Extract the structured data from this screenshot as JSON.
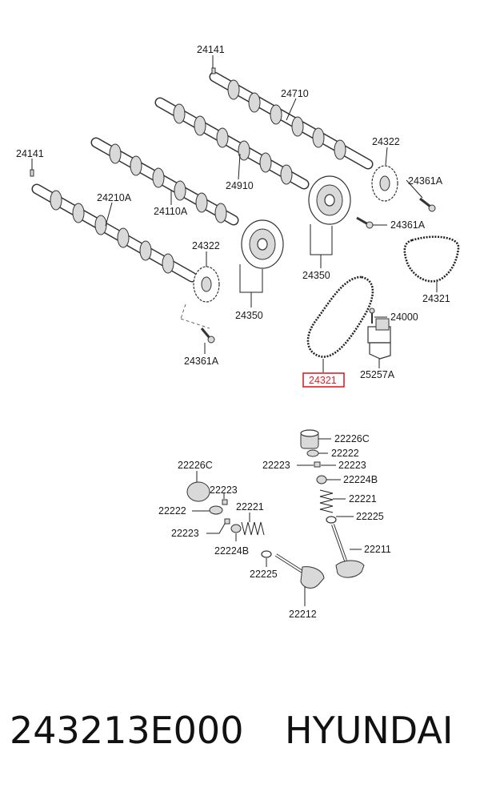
{
  "labels": {
    "l24141_top": "24141",
    "l24710": "24710",
    "l24141_left": "24141",
    "l24322_right": "24322",
    "l24361A_right": "24361A",
    "l24910": "24910",
    "l24210A": "24210A",
    "l24110A": "24110A",
    "l24361A_mid": "24361A",
    "l24322_left": "24322",
    "l24321_right": "24321",
    "l24350_right": "24350",
    "l24350_left": "24350",
    "l24000": "24000",
    "l24361A_bottom": "24361A",
    "l24321_highlight": "24321",
    "l25257A": "25257A",
    "l22226C_right": "22226C",
    "l22222_right": "22222",
    "l22223_r1": "22223",
    "l22223_r2": "22223",
    "l22224B_right": "22224B",
    "l22221_right": "22221",
    "l22225_right": "22225",
    "l22211": "22211",
    "l22226C_left": "22226C",
    "l22223_left1": "22223",
    "l22222_left": "22222",
    "l22221_left": "22221",
    "l22223_left2": "22223",
    "l22224B_left": "22224B",
    "l22225_left": "22225",
    "l22212": "22212"
  },
  "footer": {
    "part_number": "243213E000",
    "brand": "HYUNDAI"
  },
  "colors": {
    "highlight": "#e0202a",
    "ink": "#1a1a1a"
  }
}
